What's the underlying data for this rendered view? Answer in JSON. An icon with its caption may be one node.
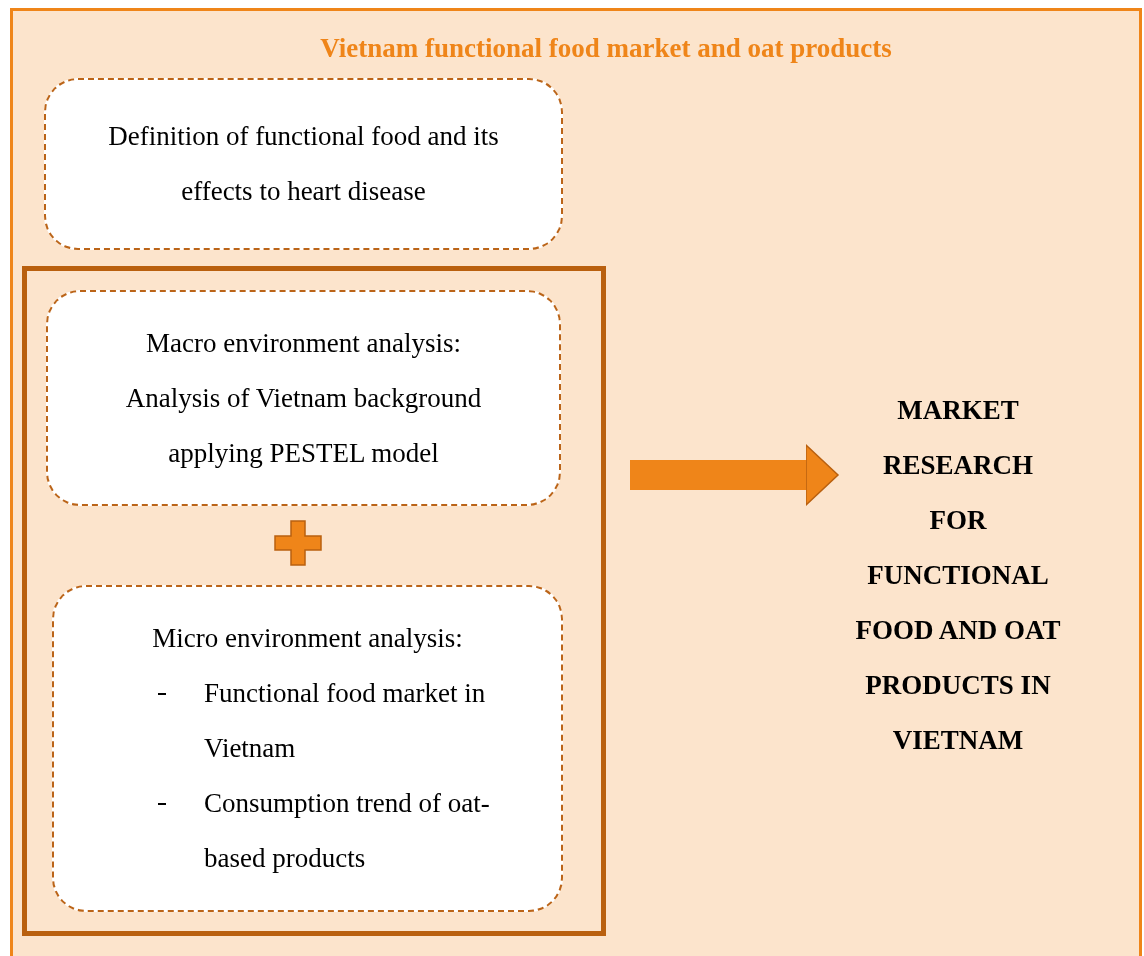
{
  "diagram": {
    "nodes": [
      {
        "text": [
          "Vietnam functional food market and oat products"
        ]
      },
      {
        "text": [
          "Definition of functional food and its effects to heart disease"
        ],
        "in": 0
      },
      {
        "text": [],
        "shape": "box",
        "in": 0
      },
      {
        "text": [
          "Macro environment analysis:",
          "Analysis of Vietnam background applying PESTEL model"
        ],
        "in": 2
      },
      {
        "text": [
          "Micro environment analysis:",
          "Functional food market in Vietnam",
          "Consumption trend of oat-based products"
        ],
        "in": 2
      },
      {
        "text": [
          "MARKET RESEARCH FOR FUNCTIONAL FOOD AND OAT PRODUCTS IN VIETNAM"
        ],
        "in": 0
      }
    ],
    "edges": [
      {
        "from": 2,
        "to": 5,
        "arrow": "to"
      }
    ]
  }
}
